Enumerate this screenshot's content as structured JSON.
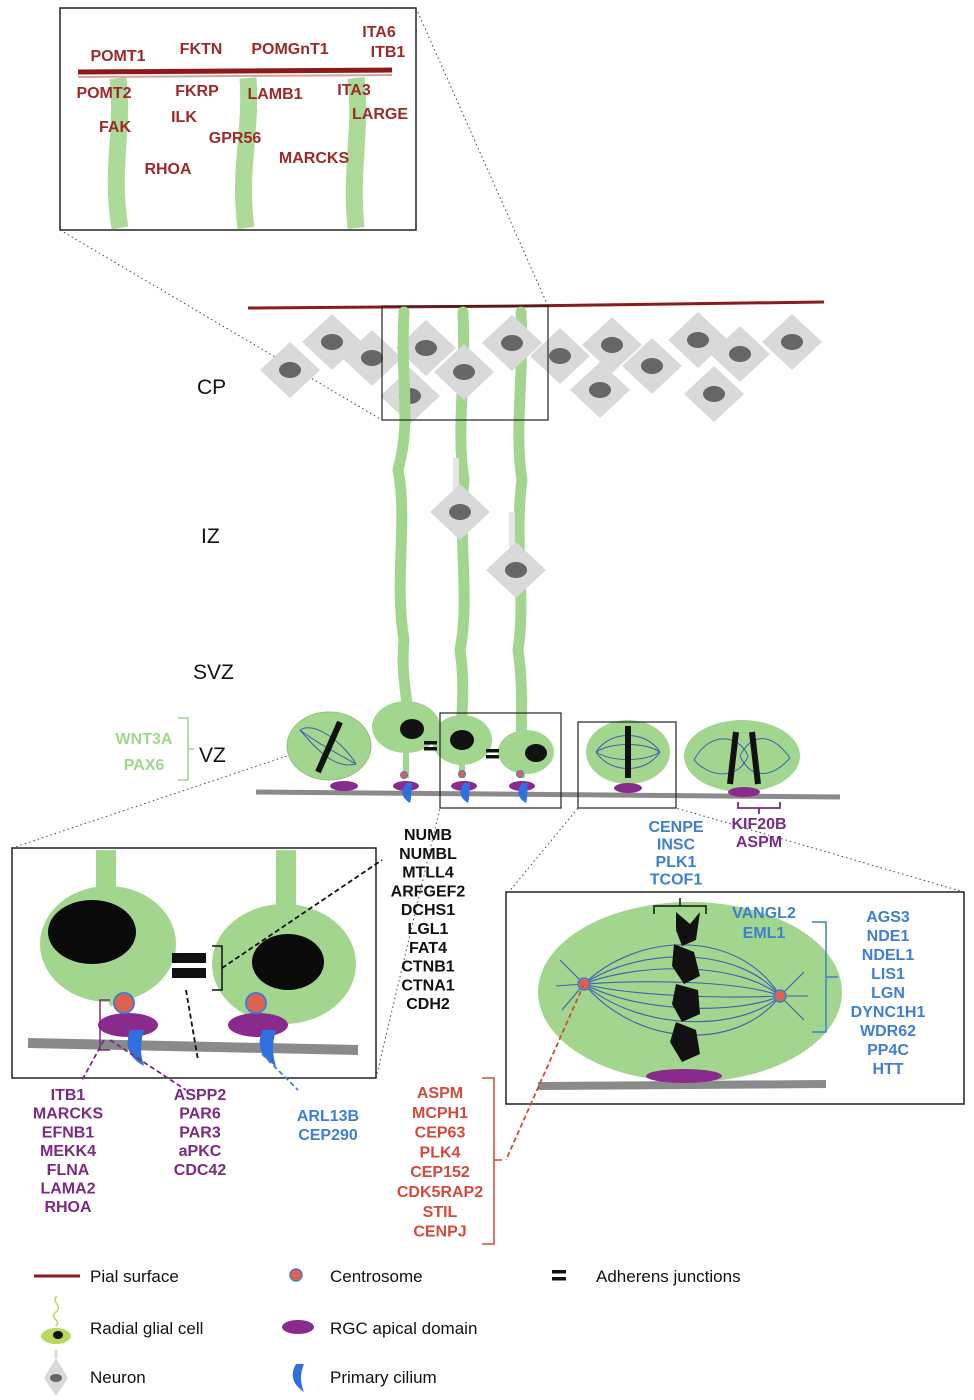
{
  "zones": {
    "cp": "CP",
    "iz": "IZ",
    "svz": "SVZ",
    "vz": "VZ"
  },
  "vz_genes": [
    "WNT3A",
    "PAX6"
  ],
  "pial_genes": [
    "POMT1",
    "FKTN",
    "POMGnT1",
    "ITA6",
    "ITB1",
    "POMT2",
    "FKRP",
    "LAMB1",
    "ITA3",
    "FAK",
    "ILK",
    "LARGE",
    "GPR56",
    "RHOA",
    "MARCKS"
  ],
  "apical_domain_genes": [
    "ITB1",
    "MARCKS",
    "EFNB1",
    "MEKK4",
    "FLNA",
    "LAMA2",
    "RHOA"
  ],
  "junction_genes_left": [
    "ASPP2",
    "PAR6",
    "PAR3",
    "aPKC",
    "CDC42"
  ],
  "cilium_genes": [
    "ARL13B",
    "CEP290"
  ],
  "adherens_genes": [
    "NUMB",
    "NUMBL",
    "MTLL4",
    "ARFGEF2",
    "DCHS1",
    "LGL1",
    "FAT4",
    "CTNB1",
    "CTNA1",
    "CDH2"
  ],
  "metaphase_genes": [
    "CENPE",
    "INSC",
    "PLK1",
    "TCOF1"
  ],
  "cytokinesis_genes": [
    "KIF20B",
    "ASPM"
  ],
  "spindle_orientation_genes": [
    "VANGL2",
    "EML1"
  ],
  "spindle_genes": [
    "AGS3",
    "NDE1",
    "NDEL1",
    "LIS1",
    "LGN",
    "DYNC1H1",
    "WDR62",
    "PP4C",
    "HTT"
  ],
  "centrosome_genes": [
    "ASPM",
    "MCPH1",
    "CEP63",
    "PLK4",
    "CEP152",
    "CDK5RAP2",
    "STIL",
    "CENPJ"
  ],
  "legend": {
    "pial": "Pial surface",
    "rgc": "Radial glial cell",
    "neuron": "Neuron",
    "centrosome": "Centrosome",
    "apical": "RGC apical domain",
    "cilium": "Primary cilium",
    "adherens": "Adherens junctions"
  },
  "colors": {
    "pial": "#8b1a1a",
    "glia": "#a2d68e",
    "apical": "#8a2a8c",
    "cilium": "#2f6fe0",
    "centrosome": "#e06050",
    "spindle": "#3d5fb0",
    "neuron": "#d6d6d6",
    "surface": "#8a8a8a"
  }
}
